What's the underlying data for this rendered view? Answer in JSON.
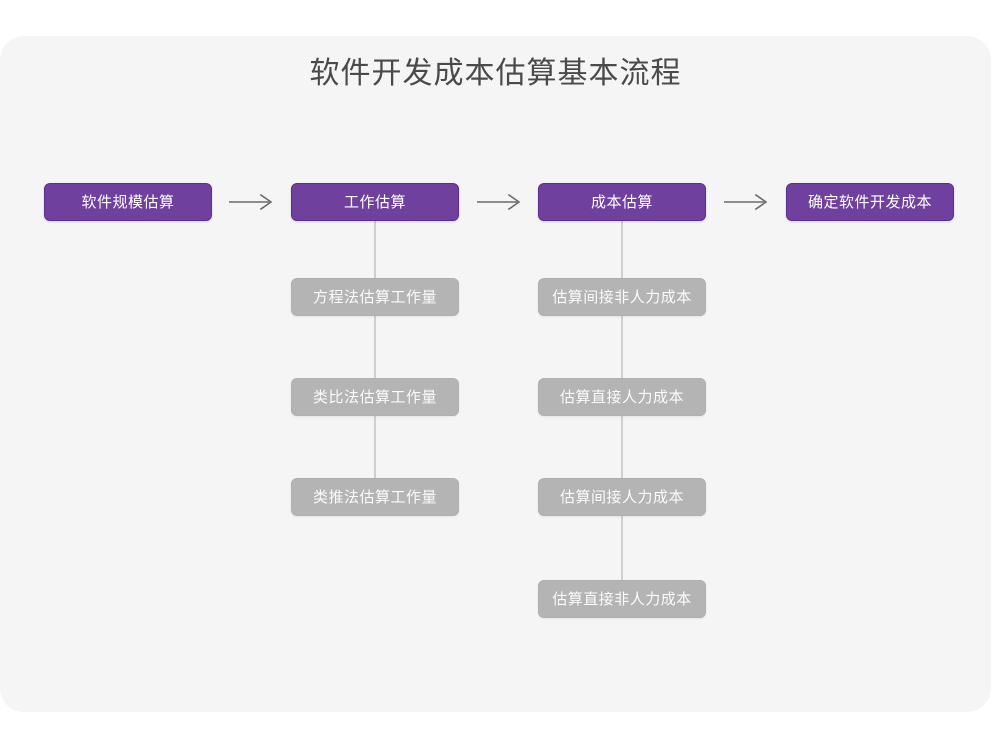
{
  "page": {
    "title": "软件开发成本估算基本流程",
    "background_color": "#ffffff",
    "card_color": "#f5f5f5"
  },
  "theme": {
    "primary_color": "#70409f",
    "primary_border_color": "#5d2f8c",
    "secondary_color": "#b4b4b4",
    "connector_color": "#cfcfcf",
    "arrow_color": "#6b6b6b",
    "title_color": "#4a4a4a"
  },
  "chart_data": {
    "type": "diagram",
    "title": "软件开发成本估算基本流程",
    "orientation": "left-to-right main flow with vertical sub-step stacks",
    "main_steps": [
      {
        "id": "step-1",
        "label": "软件规模估算",
        "style": "primary",
        "substeps": []
      },
      {
        "id": "step-2",
        "label": "工作估算",
        "style": "primary",
        "substeps": [
          "方程法估算工作量",
          "类比法估算工作量",
          "类推法估算工作量"
        ]
      },
      {
        "id": "step-3",
        "label": "成本估算",
        "style": "primary",
        "substeps": [
          "估算间接非人力成本",
          "估算直接人力成本",
          "估算间接人力成本",
          "估算直接非人力成本"
        ]
      },
      {
        "id": "step-4",
        "label": "确定软件开发成本",
        "style": "primary",
        "substeps": []
      }
    ],
    "connectors": [
      {
        "from": "step-1",
        "to": "step-2",
        "type": "arrow-right"
      },
      {
        "from": "step-2",
        "to": "step-3",
        "type": "arrow-right"
      },
      {
        "from": "step-3",
        "to": "step-4",
        "type": "arrow-right"
      },
      {
        "from": "step-2",
        "to": "substeps",
        "type": "vertical-line"
      },
      {
        "from": "step-3",
        "to": "substeps",
        "type": "vertical-line"
      }
    ]
  },
  "nodes": {
    "step1": "软件规模估算",
    "step2": "工作估算",
    "step3": "成本估算",
    "step4": "确定软件开发成本",
    "col2": {
      "a": "方程法估算工作量",
      "b": "类比法估算工作量",
      "c": "类推法估算工作量"
    },
    "col3": {
      "a": "估算间接非人力成本",
      "b": "估算直接人力成本",
      "c": "估算间接人力成本",
      "d": "估算直接非人力成本"
    }
  }
}
